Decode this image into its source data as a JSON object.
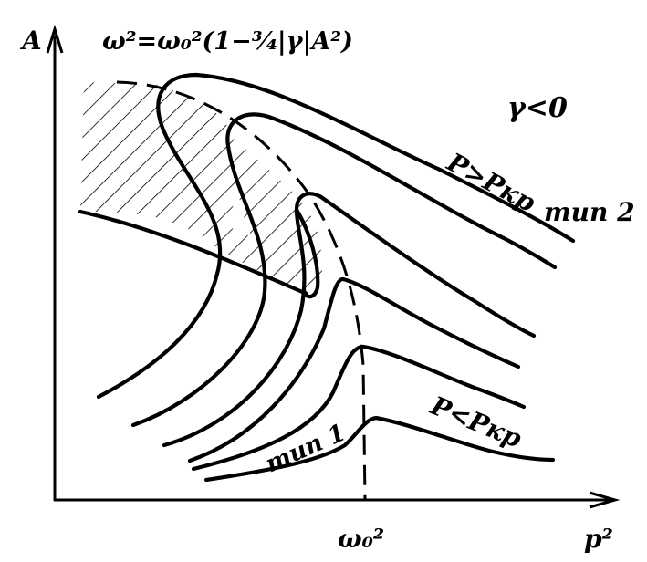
{
  "labels": {
    "y_axis": "A",
    "x_axis": "p²",
    "x_tick": "ω₀²",
    "formula": "ω²=ω₀²(1−³⁄₄|γ|A²)",
    "gamma_condition": "γ<0",
    "p_greater": "P>Pкр",
    "p_less": "P<Pкр",
    "type_2": "тип 2",
    "type_1": "тип 1"
  },
  "colors": {
    "ink": "#000000",
    "paper": "#ffffff"
  }
}
